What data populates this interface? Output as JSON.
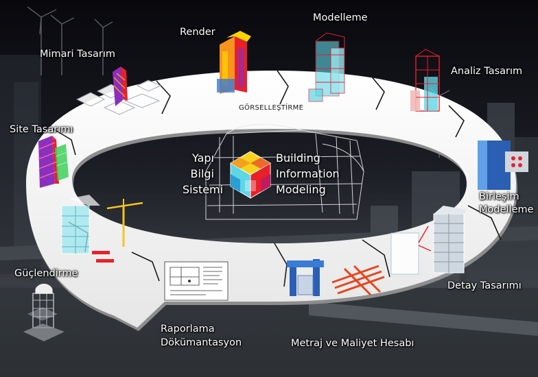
{
  "colors": {
    "background_top": "#0b0b10",
    "background_mid": "#2a2e36",
    "ring": "#f4f4f4",
    "ring_shadow": "#9a9a9a",
    "accent_red": "#e8202a",
    "accent_orange": "#f7941d",
    "accent_cyan": "#5fd6e6",
    "accent_blue": "#2b5fb3",
    "accent_purple": "#8b2fbf",
    "accent_yellow": "#ffd400"
  },
  "center": {
    "left_lines": [
      "Yapı",
      "Bilgi",
      "Sistemi"
    ],
    "right_lines": [
      "Building",
      "Information",
      "Modeling"
    ],
    "cube_icon": "bim-cube-icon"
  },
  "ring_label": "GÖRSELLEŞTİRME",
  "stages": {
    "modelleme": "Modelleme",
    "analiz": "Analiz Tasarım",
    "birlesim_line1": "Birleşim",
    "birlesim_line2": "Modelleme",
    "detay": "Detay Tasarımı",
    "metraj": "Metraj ve Maliyet Hesabı",
    "raporlama_line1": "Raporlama",
    "raporlama_line2": "Dökümantasyon",
    "guclendirme": "Güçlendirme",
    "site": "Site Tasarımı",
    "mimari": "Mimari Tasarım",
    "render": "Render"
  },
  "icons": {
    "modelleme": "wireframe-building-icon",
    "analiz": "analysis-model-icon",
    "birlesim": "steel-connection-icon",
    "detay": "detail-drawing-icon",
    "metraj": "quantity-takeoff-icon",
    "raporlama": "floor-plan-document-icon",
    "guclendirme": "retrofit-building-icon",
    "site": "site-tower-icon",
    "mimari": "architectural-massing-icon",
    "render": "rendered-building-icon",
    "construction": "tower-crane-icon"
  }
}
